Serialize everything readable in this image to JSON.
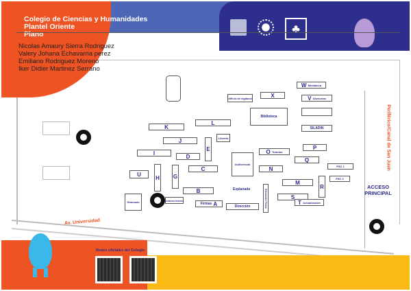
{
  "header": {
    "title_lines": [
      "Colegio de Ciencias y Humanidades",
      "Plantel Oriente",
      "Plano"
    ],
    "authors": [
      "Nicolas Amaury Sierra Rodriguez",
      "Valery Johana Echavarria perez",
      "Emiliano Rodriguez Moreno",
      "Iker Didier Martinez Serrano"
    ],
    "logos": [
      "unam-logo",
      "cch-logo",
      "cch-oriente-logo"
    ]
  },
  "map": {
    "buildings": {
      "W": "W",
      "mediateca": "Mediateca",
      "X": "X",
      "V": "V",
      "asesorias": "Asesorías",
      "vigilancia": "Edificio de vigilancia",
      "biblioteca": "Biblioteca",
      "siladin": "SILADIN",
      "K": "K",
      "L": "L",
      "J": "J",
      "E": "E",
      "libreria": "Librería",
      "I": "I",
      "D": "D",
      "O": "O",
      "tutorias": "Tutorías",
      "P": "P",
      "Q": "Q",
      "audiovisual": "Audiovisual",
      "C": "C",
      "N": "N",
      "U": "U",
      "H": "H",
      "G": "G",
      "psc1": "PSC 1",
      "psc2": "PSC 2",
      "M": "M",
      "R": "R",
      "B": "B",
      "S": "S",
      "T": "T",
      "actualizacion": "Actualización",
      "gimnasio": "Gimnasio",
      "opciones": "Opciones técnicas",
      "firmas": "Firmas",
      "A": "A",
      "direccion": "Dirección",
      "explanada": "Explanada",
      "educacion_fisica": "Educación Física"
    },
    "streets": {
      "av_universidad": "Av. Universidad",
      "periferico": "Periférico/Canal de San Juan"
    },
    "acceso": "ACCESO PRINCIPAL"
  },
  "footer": {
    "redes": "Redes oficiales del Colegio"
  },
  "colors": {
    "orange": "#ee5324",
    "navy": "#2e2e8c",
    "blue": "#4d67b6",
    "yellow": "#fbb916",
    "mascot_blue": "#3bb8ea",
    "mascot_purple": "#b89ad8"
  }
}
